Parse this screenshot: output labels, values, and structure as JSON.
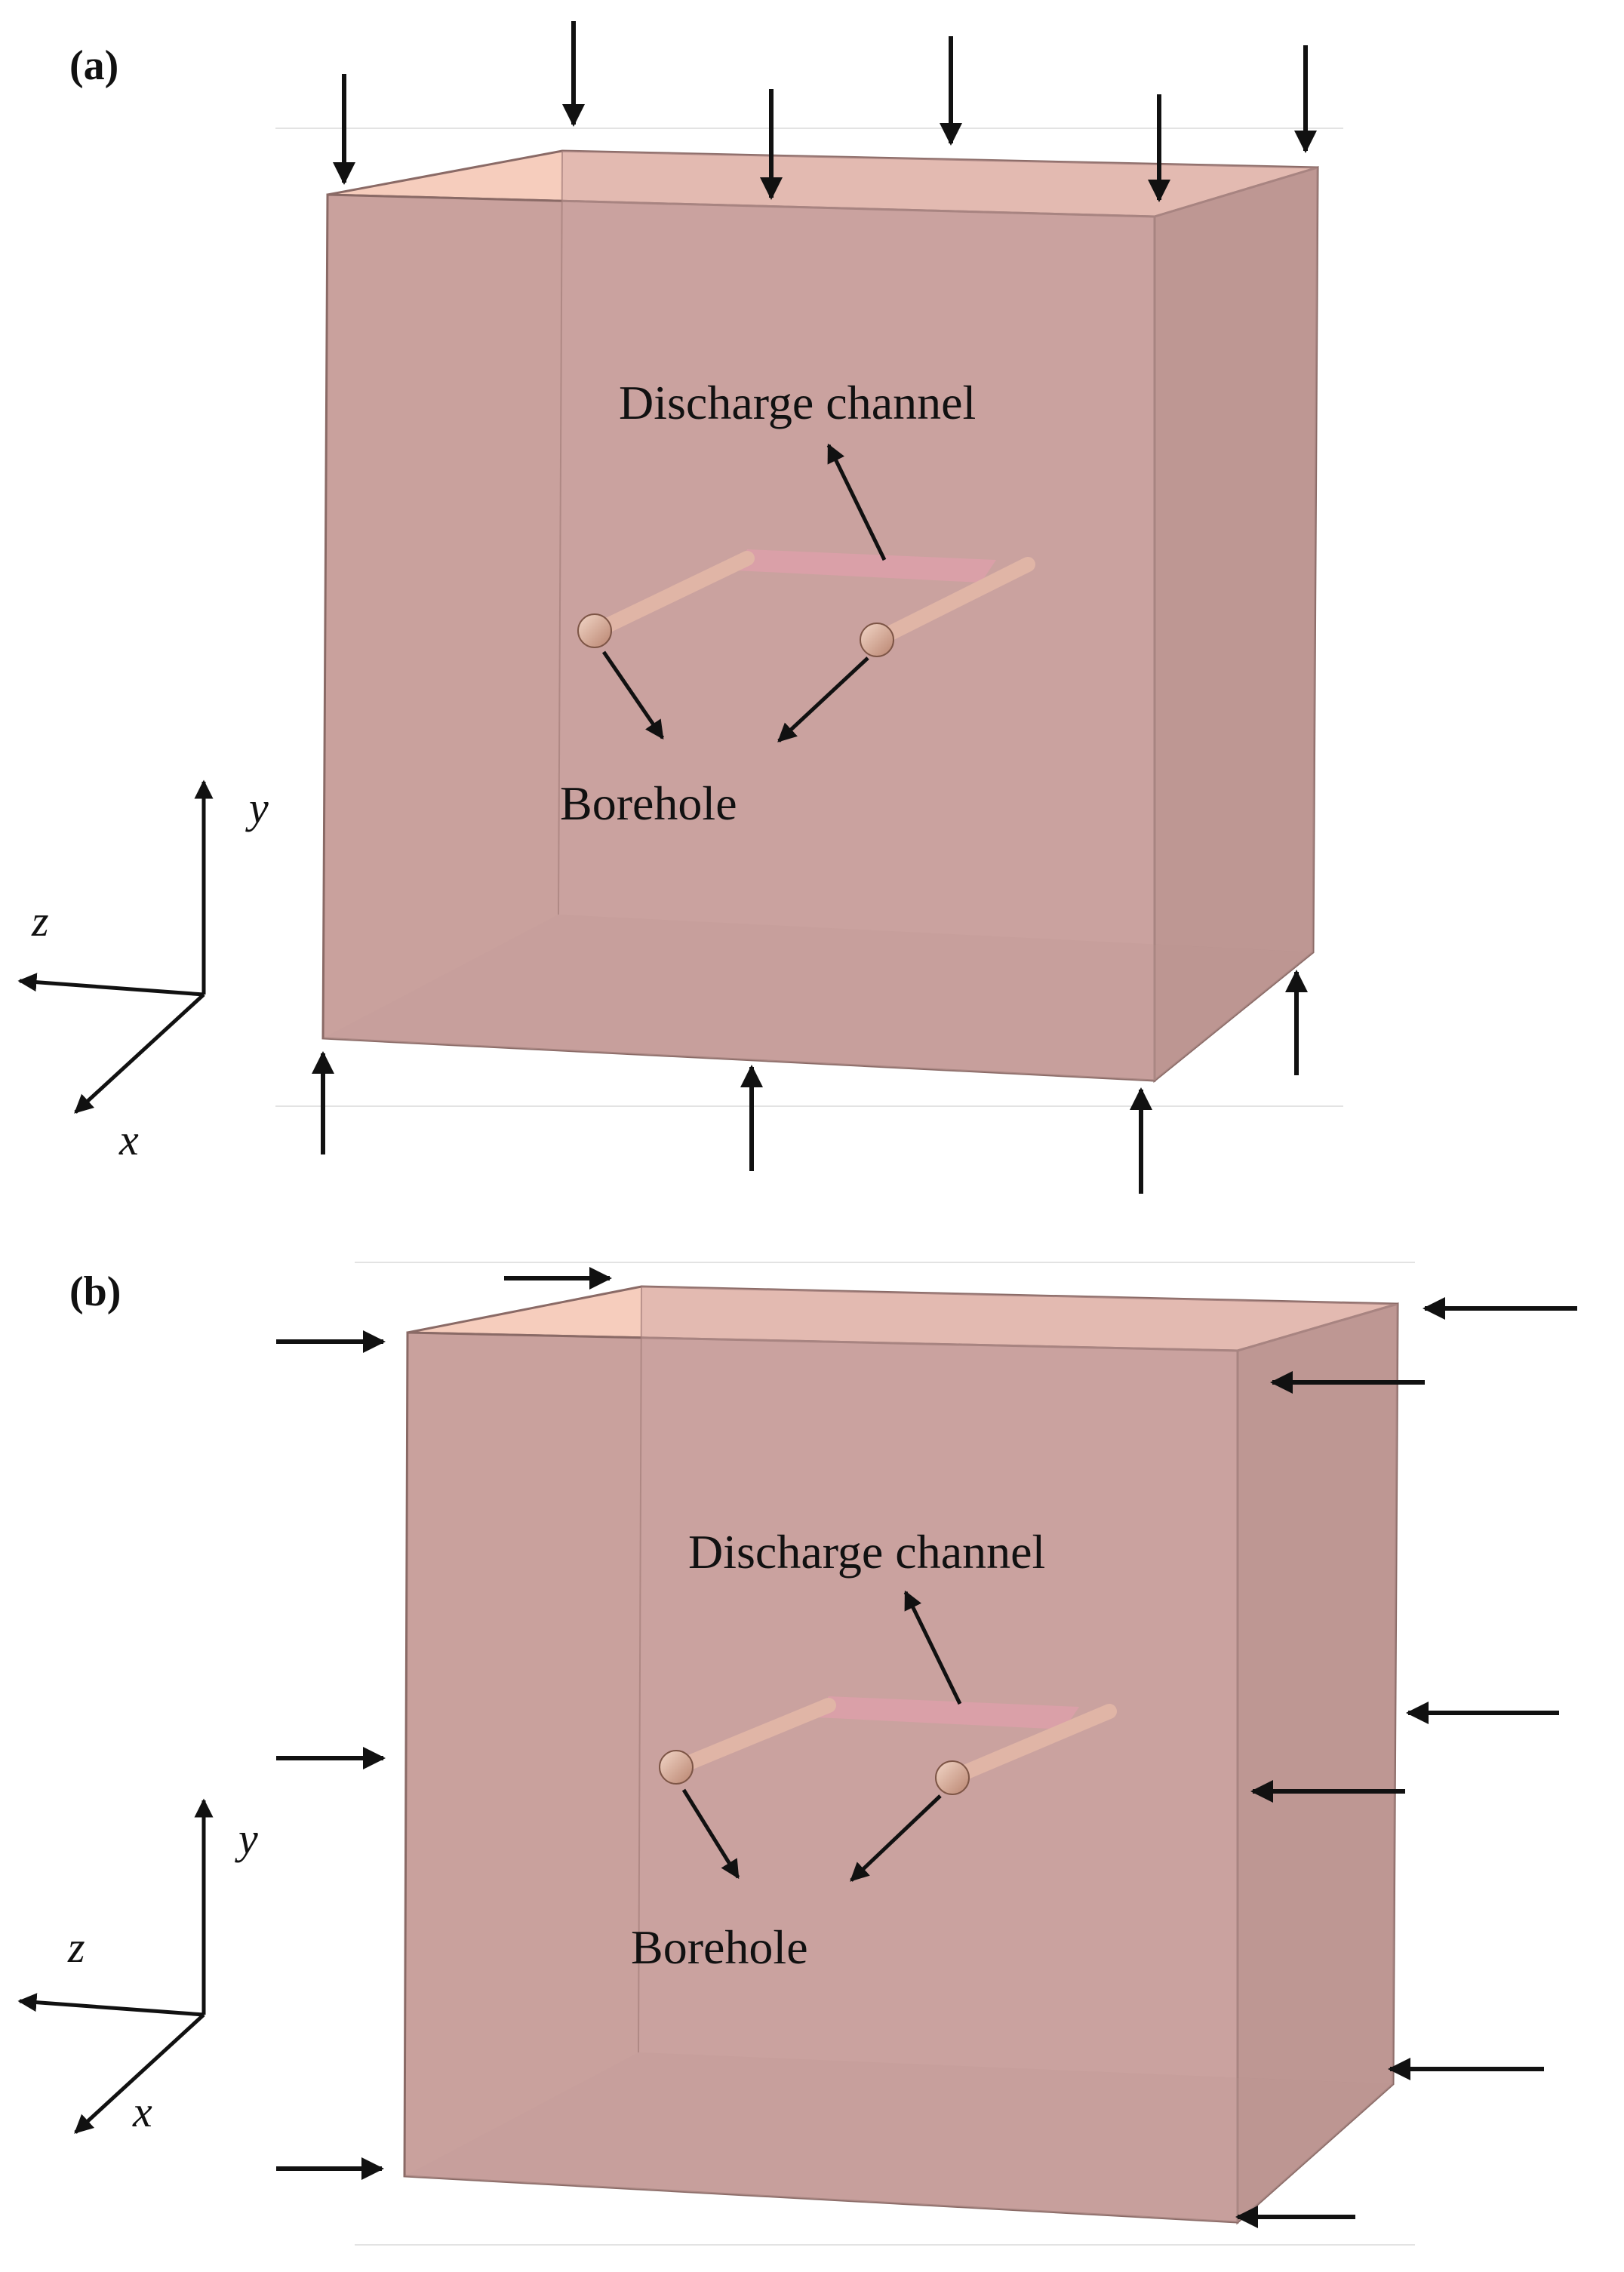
{
  "colors": {
    "block_front": "#c9a19d",
    "block_side": "#b38c88",
    "block_top": "#f6cdbd",
    "channel": "#dca0a8",
    "borehole": "#d8a891",
    "arrow": "#111111",
    "guide_line": "#d9d9d9"
  },
  "panels": [
    {
      "label": "(a)",
      "callouts": {
        "channel": "Discharge channel",
        "borehole": "Borehole"
      },
      "axes": {
        "y": "y",
        "z": "z",
        "x": "x"
      },
      "load_direction": "vertical"
    },
    {
      "label": "(b)",
      "callouts": {
        "channel": "Discharge channel",
        "borehole": "Borehole"
      },
      "axes": {
        "y": "y",
        "z": "z",
        "x": "x"
      },
      "load_direction": "horizontal"
    }
  ]
}
